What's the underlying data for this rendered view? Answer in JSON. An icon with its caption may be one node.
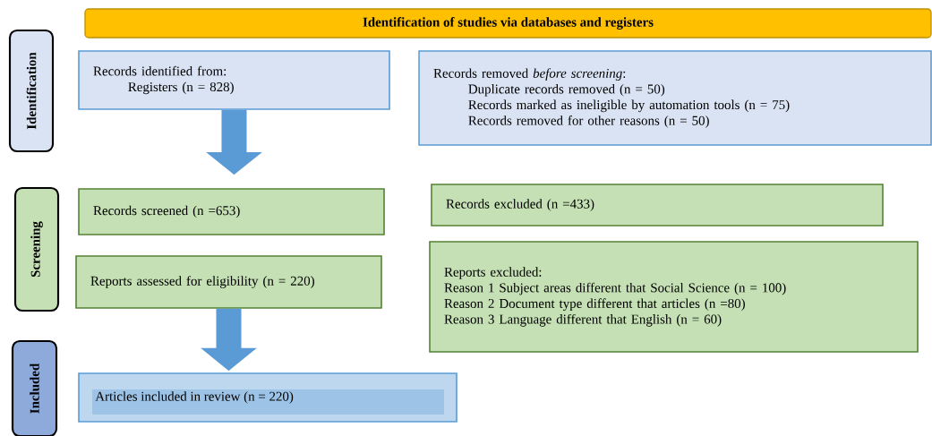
{
  "diagram": {
    "nodes": [
      {
        "text": [
          "Identification of studies via databases and registers"
        ]
      },
      {
        "text": [
          "Identification"
        ]
      },
      {
        "text": [
          "Records identified from:",
          "Registers (n = 828)"
        ]
      },
      {
        "text": [
          "Records removed *before screening*:",
          "Duplicate records removed (n = 50)",
          "Records marked as ineligible by automation tools (n = 75)",
          "Records removed for other reasons (n = 50)"
        ]
      },
      {
        "text": [
          "Screening"
        ]
      },
      {
        "text": [
          "Records screened (n =653)"
        ]
      },
      {
        "text": [
          "Records excluded (n =433)"
        ]
      },
      {
        "text": [
          "Reports assessed for eligibility (n = 220)"
        ]
      },
      {
        "text": [
          "Reports excluded:",
          "Reason 1 Subject areas different that Social Science (n = 100)",
          "Reason 2 Document type different that articles (n =80)",
          "Reason 3 Language different that English (n = 60)"
        ]
      },
      {
        "text": [
          "Included"
        ]
      },
      {
        "text": [
          "Articles included in review (n = 220)"
        ]
      }
    ],
    "edges": [
      {
        "from": 2,
        "to": 5,
        "arrow": "to"
      },
      {
        "from": 7,
        "to": 10,
        "arrow": "to"
      }
    ]
  }
}
